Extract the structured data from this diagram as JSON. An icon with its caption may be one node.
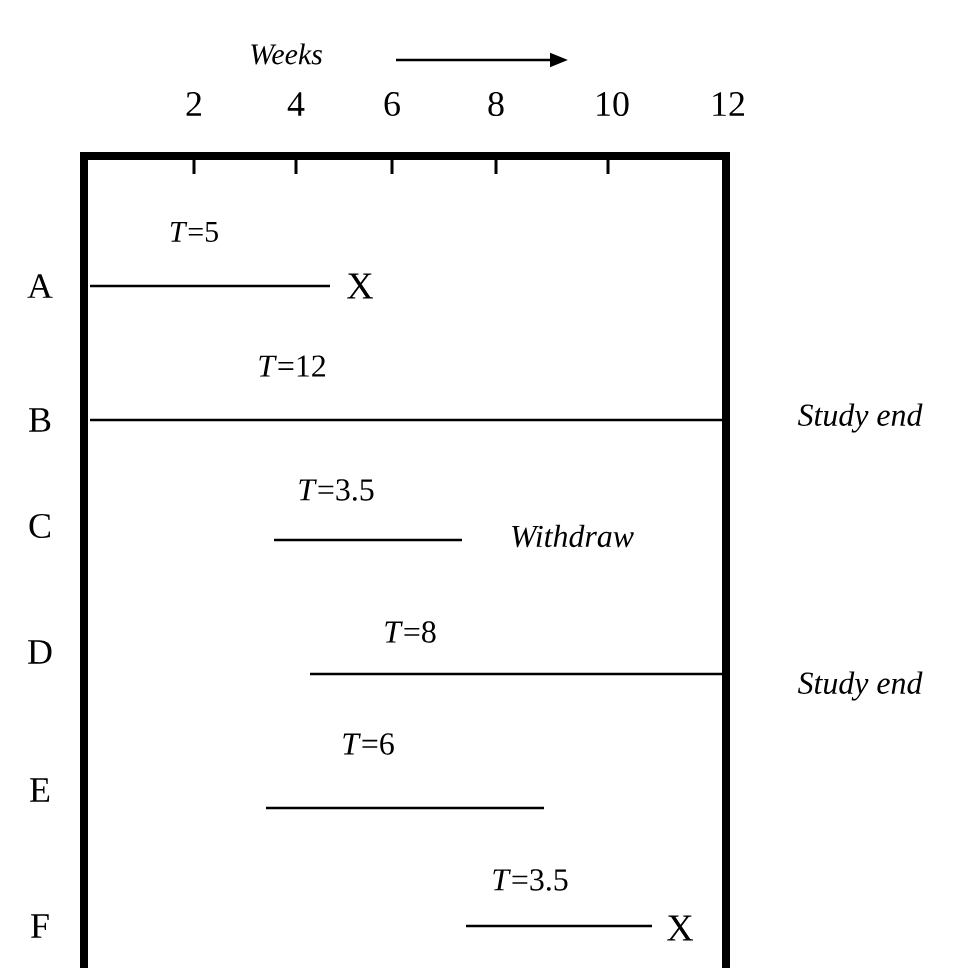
{
  "diagram": {
    "labels": [
      "Weeks",
      "2",
      "4",
      "6",
      "8",
      "10",
      "12",
      "*T*=5",
      "A",
      "X",
      "*T*=12",
      "B",
      "Study end",
      "*T*=3.5",
      "C",
      "Withdraw",
      "*T*=8",
      "D",
      "Study end",
      "*T*=6",
      "E",
      "*T*=3.5",
      "F",
      "X"
    ]
  }
}
